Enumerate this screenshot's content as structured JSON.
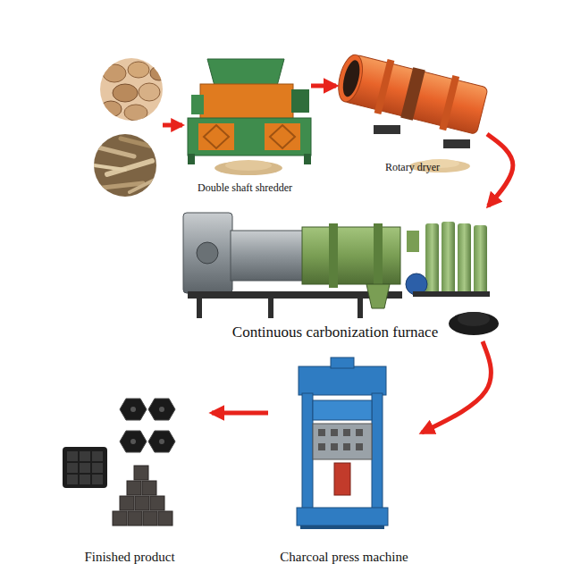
{
  "diagram": {
    "nodes": [
      {
        "text": [
          "Double shaft shredder"
        ]
      },
      {
        "text": [
          "Rotary dryer"
        ]
      },
      {
        "text": [
          "Continuous carbonization furnace"
        ]
      },
      {
        "text": [
          "Charcoal press machine"
        ]
      },
      {
        "text": [
          "Finished product"
        ]
      }
    ],
    "edges": [
      {
        "from": 0,
        "to": 1,
        "arrow": "to"
      },
      {
        "from": 1,
        "to": 2,
        "arrow": "to"
      },
      {
        "from": 2,
        "to": 3,
        "arrow": "to"
      },
      {
        "from": 3,
        "to": 4,
        "arrow": "to"
      }
    ]
  }
}
